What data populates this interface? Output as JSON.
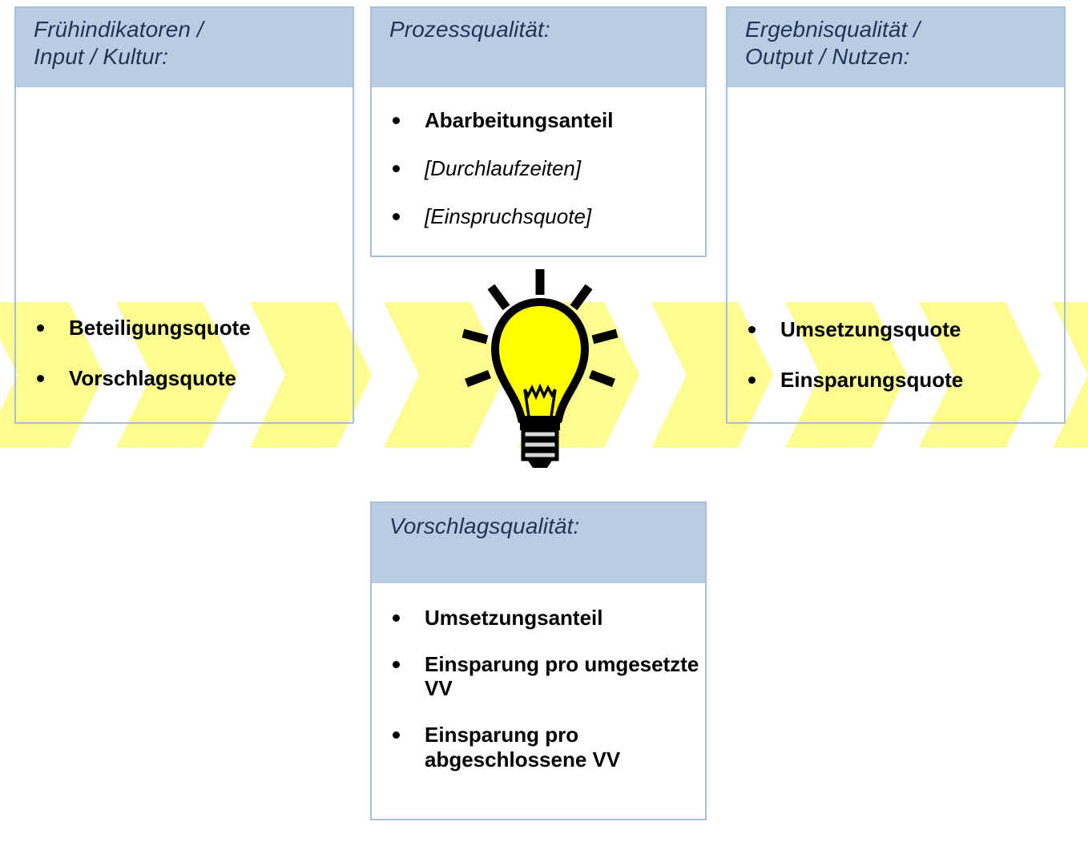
{
  "colors": {
    "header_blue": "#b8cce4",
    "border_blue": "#a9bfd8",
    "header_text": "#1f3653",
    "chevron_yellow": "#fcfc90",
    "bulb_yellow": "#ffff00",
    "bulb_outline": "#000000",
    "bulb_base_grey": "#d9d9d9",
    "body_white": "#ffffff"
  },
  "panels": {
    "early": {
      "title_line1": "Frühindikatoren /",
      "title_line2": "Input / Kultur:",
      "bullets": [
        {
          "text": "Beteiligungsquote",
          "style": "bold"
        },
        {
          "text": "Vorschlagsquote",
          "style": "bold"
        }
      ]
    },
    "process": {
      "title_line1": "Prozessqualität:",
      "title_line2": "",
      "bullets": [
        {
          "text": "Abarbeitungsanteil",
          "style": "bold"
        },
        {
          "text": "[Durchlaufzeiten]",
          "style": "italic"
        },
        {
          "text": "[Einspruchsquote]",
          "style": "italic"
        }
      ]
    },
    "result": {
      "title_line1": "Ergebnisqualität /",
      "title_line2": "Output / Nutzen:",
      "bullets": [
        {
          "text": "Umsetzungsquote",
          "style": "bold"
        },
        {
          "text": "Einsparungsquote",
          "style": "bold"
        }
      ]
    },
    "quality": {
      "title_line1": "Vorschlagsqualität:",
      "title_line2": "",
      "bullets": [
        {
          "text": "Umsetzungsanteil",
          "style": "bold"
        },
        {
          "text": "Einsparung pro umgesetzte VV",
          "style": "bold"
        },
        {
          "text": "Einsparung pro abgeschlossene VV",
          "style": "bold"
        }
      ]
    }
  },
  "graphics": {
    "chevron_band_name": "yellow-process-arrows",
    "chevron_count": 9,
    "bulb_name": "lightbulb-idea-icon",
    "bulb_ray_count": 7
  }
}
